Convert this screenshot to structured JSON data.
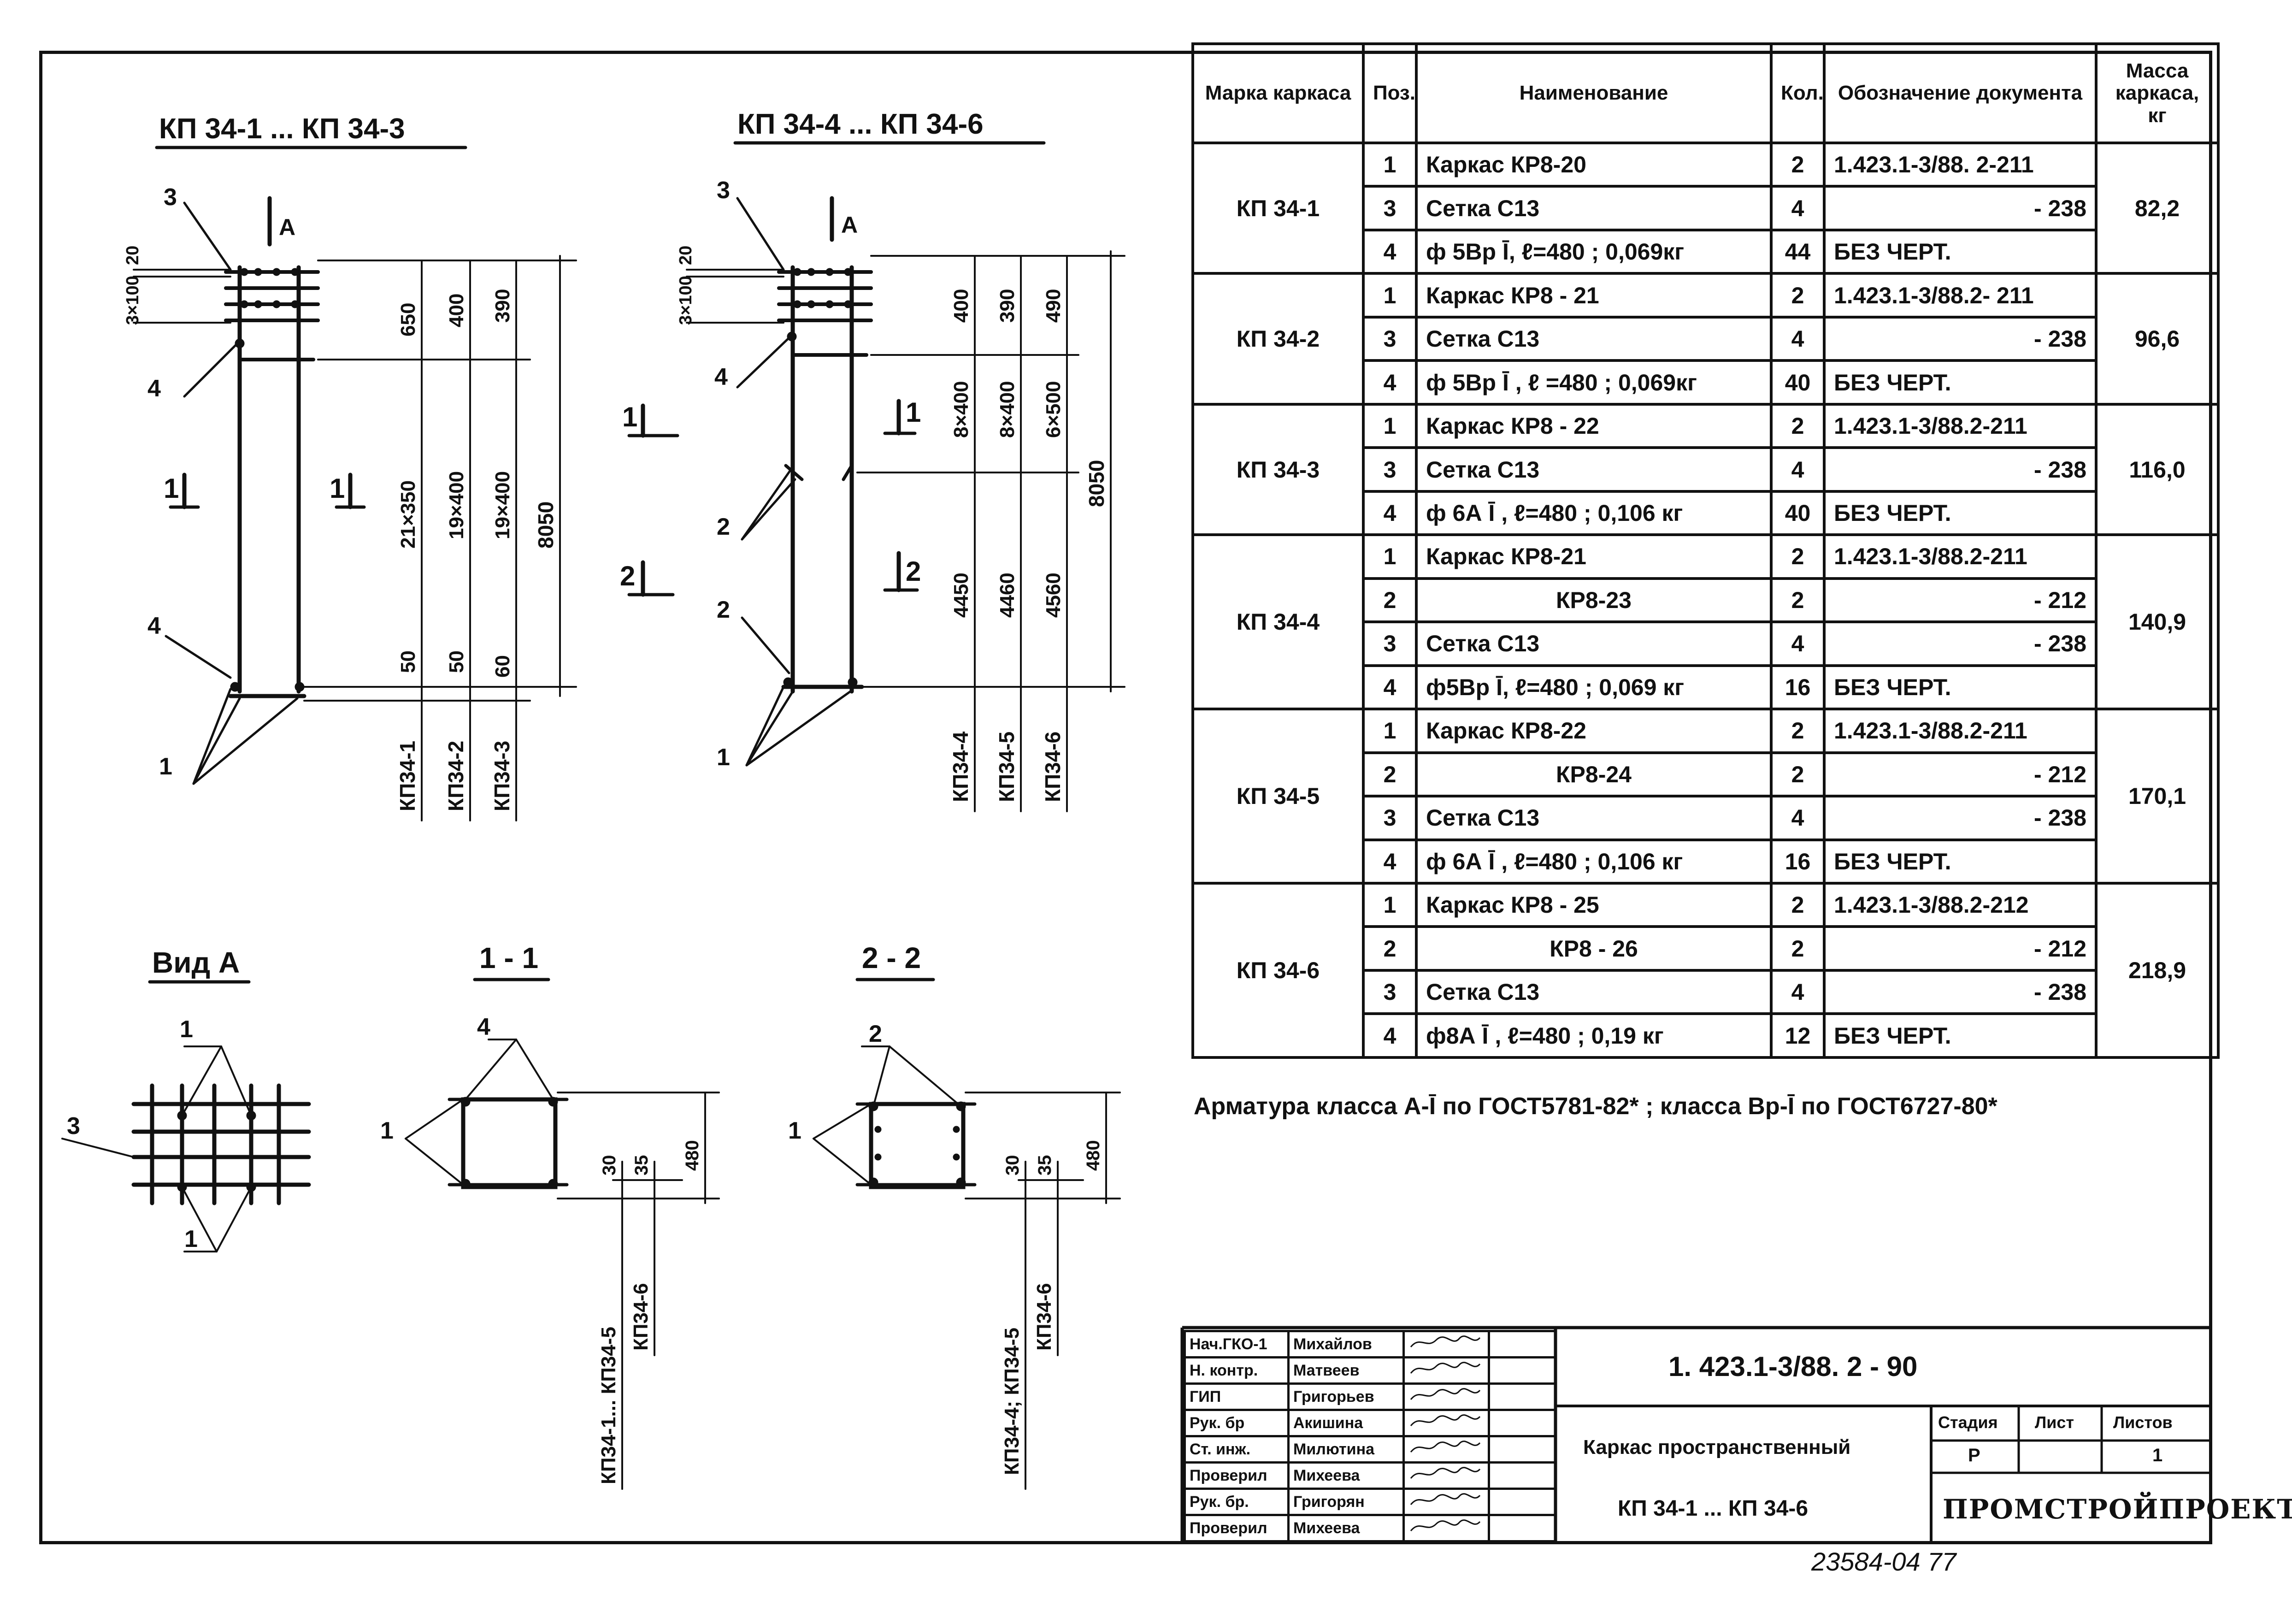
{
  "drawing": {
    "view_titles": {
      "left_group": "КП 34-1 ... КП 34-3",
      "right_group": "КП 34-4 ... КП 34-6",
      "view_a": "Вид А",
      "section_1": "1 - 1",
      "section_2": "2 - 2"
    },
    "section_marks": {
      "a": "А",
      "one": "1",
      "two": "2"
    },
    "leaders": {
      "n1": "1",
      "n2": "2",
      "n3": "3",
      "n4": "4"
    },
    "left_dims": {
      "top_spacing": "3×100",
      "top_gap": "20",
      "col1": {
        "top": "650",
        "mid": "21×350",
        "bottom": "50",
        "mark": "КП34-1"
      },
      "col2": {
        "top": "400",
        "mid": "19×400",
        "bottom": "50",
        "mark": "КП34-2"
      },
      "col3": {
        "top": "390",
        "mid": "19×400",
        "bottom": "60",
        "mark": "КП34-3"
      },
      "total": "8050"
    },
    "right_dims": {
      "top_spacing": "3×100",
      "top_gap": "20",
      "col1": {
        "top": "400",
        "mid": "8×400",
        "bottom": "4450",
        "mark": "КП34-4"
      },
      "col2": {
        "top": "390",
        "mid": "8×400",
        "bottom": "4460",
        "mark": "КП34-5"
      },
      "col3": {
        "top": "490",
        "mid": "6×500",
        "bottom": "4560",
        "mark": "КП34-6"
      },
      "total": "8050"
    },
    "sections": {
      "s1": {
        "d1": "30",
        "d2": "35",
        "h": "480",
        "mark_a": "КП34-1... КП34-5",
        "mark_b": "КП34-6"
      },
      "s2": {
        "d1": "30",
        "d2": "35",
        "h": "480",
        "mark_a": "КП34-4; КП34-5",
        "mark_b": "КП34-6"
      }
    }
  },
  "spec": {
    "headers": {
      "mark": "Марка каркаса",
      "pos": "Поз.",
      "name": "Наименование",
      "qty": "Кол.",
      "doc": "Обозначение документа",
      "mass": "Масса каркаса, кг"
    },
    "groups": [
      {
        "mark": "КП 34-1",
        "mass": "82,2",
        "rows": [
          {
            "pos": "1",
            "name": "Каркас КР8-20",
            "qty": "2",
            "doc": "1.423.1-3/88. 2-211"
          },
          {
            "pos": "3",
            "name": "Сетка С13",
            "qty": "4",
            "doc": "- 238"
          },
          {
            "pos": "4",
            "name": "ф 5Вр Ī, ℓ=480 ; 0,069кг",
            "qty": "44",
            "doc": "БЕЗ ЧЕРТ."
          }
        ]
      },
      {
        "mark": "КП 34-2",
        "mass": "96,6",
        "rows": [
          {
            "pos": "1",
            "name": "Каркас КР8 - 21",
            "qty": "2",
            "doc": "1.423.1-3/88.2- 211"
          },
          {
            "pos": "3",
            "name": "Сетка С13",
            "qty": "4",
            "doc": "- 238"
          },
          {
            "pos": "4",
            "name": "ф 5Вр Ī , ℓ =480 ; 0,069кг",
            "qty": "40",
            "doc": "БЕЗ ЧЕРТ."
          }
        ]
      },
      {
        "mark": "КП 34-3",
        "mass": "116,0",
        "rows": [
          {
            "pos": "1",
            "name": "Каркас КР8 - 22",
            "qty": "2",
            "doc": "1.423.1-3/88.2-211"
          },
          {
            "pos": "3",
            "name": "Сетка С13",
            "qty": "4",
            "doc": "- 238"
          },
          {
            "pos": "4",
            "name": "ф 6А Ī , ℓ=480 ; 0,106 кг",
            "qty": "40",
            "doc": "БЕЗ ЧЕРТ."
          }
        ]
      },
      {
        "mark": "КП 34-4",
        "mass": "140,9",
        "rows": [
          {
            "pos": "1",
            "name": "Каркас КР8-21",
            "qty": "2",
            "doc": "1.423.1-3/88.2-211"
          },
          {
            "pos": "2",
            "name": "КР8-23",
            "qty": "2",
            "doc": "- 212",
            "indent": true
          },
          {
            "pos": "3",
            "name": "Сетка С13",
            "qty": "4",
            "doc": "- 238"
          },
          {
            "pos": "4",
            "name": "ф5Вр Ī, ℓ=480 ; 0,069 кг",
            "qty": "16",
            "doc": "БЕЗ ЧЕРТ."
          }
        ]
      },
      {
        "mark": "КП 34-5",
        "mass": "170,1",
        "rows": [
          {
            "pos": "1",
            "name": "Каркас КР8-22",
            "qty": "2",
            "doc": "1.423.1-3/88.2-211"
          },
          {
            "pos": "2",
            "name": "КР8-24",
            "qty": "2",
            "doc": "- 212",
            "indent": true
          },
          {
            "pos": "3",
            "name": "Сетка С13",
            "qty": "4",
            "doc": "- 238"
          },
          {
            "pos": "4",
            "name": "ф 6А Ī , ℓ=480 ; 0,106 кг",
            "qty": "16",
            "doc": "БЕЗ ЧЕРТ."
          }
        ]
      },
      {
        "mark": "КП 34-6",
        "mass": "218,9",
        "rows": [
          {
            "pos": "1",
            "name": "Каркас КР8 - 25",
            "qty": "2",
            "doc": "1.423.1-3/88.2-212"
          },
          {
            "pos": "2",
            "name": "КР8 - 26",
            "qty": "2",
            "doc": "- 212",
            "indent": true
          },
          {
            "pos": "3",
            "name": "Сетка С13",
            "qty": "4",
            "doc": "- 238"
          },
          {
            "pos": "4",
            "name": "ф8А Ī , ℓ=480 ; 0,19 кг",
            "qty": "12",
            "doc": "БЕЗ ЧЕРТ."
          }
        ]
      }
    ],
    "note": "Арматура класса А-Ī по ГОСТ5781-82* ; класса Вр-Ī по ГОСТ6727-80*"
  },
  "title_block": {
    "people": [
      {
        "role": "Нач.ГКО-1",
        "name": "Михайлов"
      },
      {
        "role": "Н. контр.",
        "name": "Матвеев"
      },
      {
        "role": "ГИП",
        "name": "Григорьев"
      },
      {
        "role": "Рук. бр",
        "name": "Акишина"
      },
      {
        "role": "Ст. инж.",
        "name": "Милютина"
      },
      {
        "role": "Проверил",
        "name": "Михеева"
      },
      {
        "role": "Рук. бр.",
        "name": "Григорян"
      },
      {
        "role": "Проверил",
        "name": "Михеева"
      }
    ],
    "doc_code": "1. 423.1-3/88. 2 - 90",
    "title_line1": "Каркас пространственный",
    "title_line2": "КП 34-1 ... КП 34-6",
    "stage_label": "Стадия",
    "sheet_label": "Лист",
    "sheets_label": "Листов",
    "stage_value": "Р",
    "sheets_value": "1",
    "org": "ПРОМСТРОЙПРОЕКТ"
  },
  "footer_number": "23584-04 77"
}
